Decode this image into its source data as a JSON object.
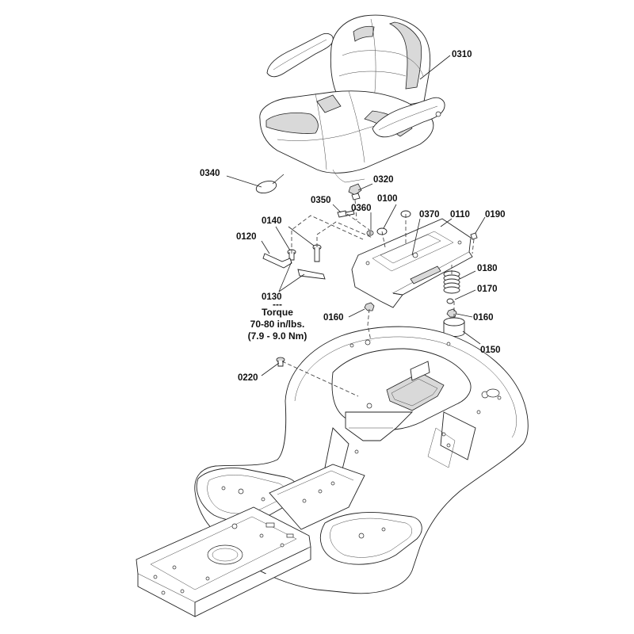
{
  "diagram": {
    "callouts": {
      "c0310": "0310",
      "c0340": "0340",
      "c0320": "0320",
      "c0350": "0350",
      "c0100": "0100",
      "c0360": "0360",
      "c0370": "0370",
      "c0110": "0110",
      "c0190": "0190",
      "c0140": "0140",
      "c0120": "0120",
      "c0180": "0180",
      "c0170": "0170",
      "c0130": "0130",
      "c0160a": "0160",
      "c0160b": "0160",
      "c0150": "0150",
      "c0220": "0220"
    },
    "torque_note": {
      "separator": "---",
      "line1": "Torque",
      "line2": "70-80 in/lbs.",
      "line3": "(7.9 - 9.0 Nm)"
    }
  }
}
